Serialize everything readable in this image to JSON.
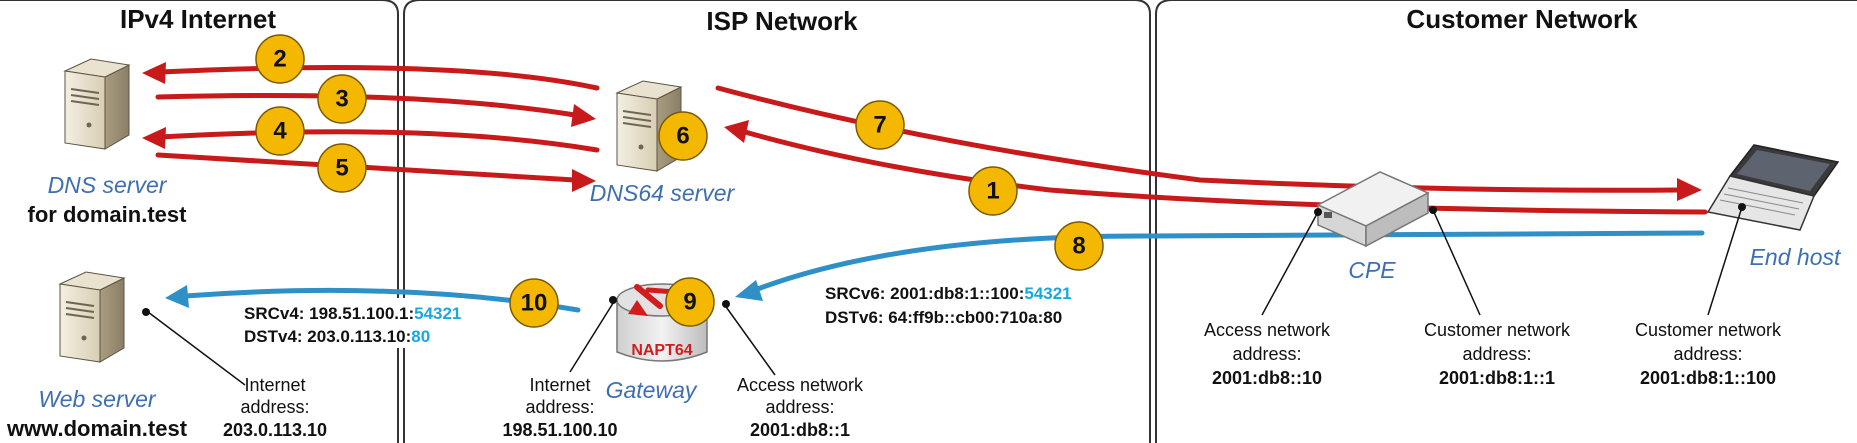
{
  "zones": {
    "ipv4": "IPv4 Internet",
    "isp": "ISP Network",
    "customer": "Customer Network"
  },
  "nodes": {
    "dns_server": {
      "label": "DNS server",
      "sub": "for domain.test",
      "icon": "server-icon"
    },
    "dns64": {
      "label": "DNS64 server",
      "icon": "server-icon"
    },
    "web_server": {
      "label": "Web server",
      "sub": "www.domain.test",
      "icon": "server-icon"
    },
    "gateway": {
      "label": "Gateway",
      "badge": "NAPT64",
      "icon": "router-icon"
    },
    "cpe": {
      "label": "CPE",
      "icon": "cpe-box-icon"
    },
    "end_host": {
      "label": "End host",
      "icon": "laptop-icon"
    }
  },
  "addresses": {
    "web_internet": {
      "line1": "Internet",
      "line2": "address:",
      "value": "203.0.113.10"
    },
    "gw_internet": {
      "line1": "Internet",
      "line2": "address:",
      "value": "198.51.100.10"
    },
    "gw_access": {
      "line1": "Access network",
      "line2": "address:",
      "value": "2001:db8::1"
    },
    "cpe_access": {
      "line1": "Access network",
      "line2": "address:",
      "value": "2001:db8::10"
    },
    "cpe_customer": {
      "line1": "Customer network",
      "line2": "address:",
      "value": "2001:db8:1::1"
    },
    "host_customer": {
      "line1": "Customer network",
      "line2": "address:",
      "value": "2001:db8:1::100"
    }
  },
  "packets": {
    "v6": {
      "src_prefix": "SRCv6: 2001:db8:1::100:",
      "src_port": "54321",
      "dst_prefix": "DSTv6: 64:ff9b::cb00:710a:80",
      "dst_port": ""
    },
    "v4": {
      "src_prefix": "SRCv4: 198.51.100.1:",
      "src_port": "54321",
      "dst_prefix": "DSTv4: 203.0.113.10:",
      "dst_port": "80"
    }
  },
  "steps": [
    "1",
    "2",
    "3",
    "4",
    "5",
    "6",
    "7",
    "8",
    "9",
    "10"
  ],
  "colors": {
    "dns_flow": "#c81a1a",
    "data_flow": "#2f8fc7",
    "step_fill": "#f5b800",
    "zone_border": "#333333",
    "highlight_port": "#19a7e0"
  }
}
